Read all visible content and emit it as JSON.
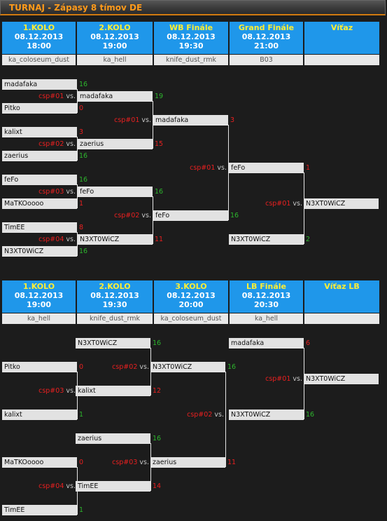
{
  "title": "TURNAJ - Zápasy 8 tímov DE",
  "wb_headers": [
    {
      "name": "1.KOLO",
      "date": "08.12.2013",
      "time": "18:00",
      "map": "ka_coloseum_dust"
    },
    {
      "name": "2.KOLO",
      "date": "08.12.2013",
      "time": "19:00",
      "map": "ka_hell"
    },
    {
      "name": "WB Finále",
      "date": "08.12.2013",
      "time": "19:30",
      "map": "knife_dust_rmk"
    },
    {
      "name": "Grand Finále",
      "date": "08.12.2013",
      "time": "21:00",
      "map": "B03"
    },
    {
      "name": "Víťaz",
      "date": "",
      "time": "",
      "map": ""
    }
  ],
  "lb_headers": [
    {
      "name": "1.KOLO",
      "date": "08.12.2013",
      "time": "19:00",
      "map": "ka_hell"
    },
    {
      "name": "2.KOLO",
      "date": "08.12.2013",
      "time": "19:30",
      "map": "knife_dust_rmk"
    },
    {
      "name": "3.KOLO",
      "date": "08.12.2013",
      "time": "20:00",
      "map": "ka_coloseum_dust"
    },
    {
      "name": "LB Finále",
      "date": "08.12.2013",
      "time": "20:30",
      "map": "ka_hell"
    },
    {
      "name": "Víťaz LB",
      "date": "",
      "time": "",
      "map": ""
    }
  ],
  "vs_word": "vs.",
  "wb": {
    "r1": [
      {
        "team": "madafaka",
        "score": "16"
      },
      {
        "team": "Pitko",
        "score": "0"
      },
      {
        "team": "kalixt",
        "score": "3"
      },
      {
        "team": "zaerius",
        "score": "16"
      },
      {
        "team": "feFo",
        "score": "16"
      },
      {
        "team": "MaTKOoooo",
        "score": "1"
      },
      {
        "team": "TimEE",
        "score": "8"
      },
      {
        "team": "N3XT0WiCZ",
        "score": "16"
      }
    ],
    "r1_matches": [
      "csp#01",
      "csp#02",
      "csp#03",
      "csp#04"
    ],
    "r2": [
      {
        "team": "madafaka",
        "score": "19"
      },
      {
        "team": "zaerius",
        "score": "15"
      },
      {
        "team": "feFo",
        "score": "16"
      },
      {
        "team": "N3XT0WiCZ",
        "score": "11"
      }
    ],
    "r2_matches": [
      "csp#01",
      "csp#02"
    ],
    "r3": [
      {
        "team": "madafaka",
        "score": "3"
      },
      {
        "team": "feFo",
        "score": "16"
      }
    ],
    "r3_matches": [
      "csp#01"
    ],
    "r4": [
      {
        "team": "feFo",
        "score": "1"
      },
      {
        "team": "N3XT0WiCZ",
        "score": "2"
      }
    ],
    "r4_matches": [
      "csp#01"
    ],
    "winner": "N3XT0WiCZ"
  },
  "lb": {
    "r1": [
      {
        "team": "Pitko",
        "score": "0"
      },
      {
        "team": "kalixt",
        "score": "1"
      },
      {
        "team": "MaTKOoooo",
        "score": "0"
      },
      {
        "team": "TimEE",
        "score": "1"
      }
    ],
    "r1_matches": [
      "csp#03",
      "csp#04"
    ],
    "r2": [
      {
        "team": "N3XT0WiCZ",
        "score": "16"
      },
      {
        "team": "kalixt",
        "score": "12"
      },
      {
        "team": "zaerius",
        "score": "16"
      },
      {
        "team": "TimEE",
        "score": "14"
      }
    ],
    "r2_matches": [
      "csp#02",
      "csp#03"
    ],
    "r3": [
      {
        "team": "N3XT0WiCZ",
        "score": "16"
      },
      {
        "team": "zaerius",
        "score": "11"
      }
    ],
    "r3_matches": [
      "csp#02"
    ],
    "r4": [
      {
        "team": "madafaka",
        "score": "6"
      },
      {
        "team": "N3XT0WiCZ",
        "score": "16"
      }
    ],
    "r4_matches": [
      "csp#01"
    ],
    "winner": "N3XT0WiCZ"
  }
}
